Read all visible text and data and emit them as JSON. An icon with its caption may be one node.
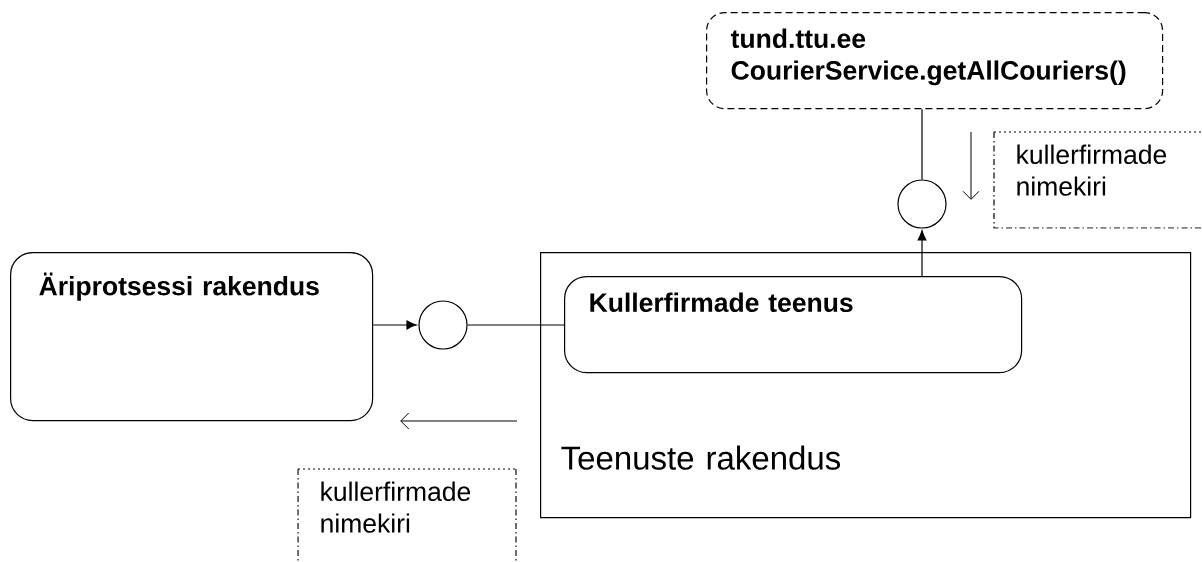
{
  "diagram": {
    "nodes": [
      {
        "text": [
          "Äriprotsessi rakendus"
        ]
      },
      {
        "text": [
          "Teenuste rakendus"
        ]
      },
      {
        "text": [
          "Kullerfirmade teenus"
        ],
        "in": 1
      },
      {
        "text": [
          "tund.ttu.ee CourierService.getAllCouriers()"
        ]
      },
      {
        "text": [],
        "shape": "circle"
      },
      {
        "text": [],
        "shape": "circle"
      },
      {
        "text": [
          "kullerfirmade nimekiri"
        ]
      },
      {
        "text": [
          "kullerfirmade nimekiri"
        ]
      }
    ],
    "edges": [
      {
        "from": 0,
        "to": 4,
        "arrow": "to"
      },
      {
        "from": 4,
        "to": 2,
        "arrow": "none"
      },
      {
        "from": 2,
        "to": 5,
        "arrow": "to"
      },
      {
        "from": 5,
        "to": 3,
        "arrow": "none"
      }
    ]
  }
}
